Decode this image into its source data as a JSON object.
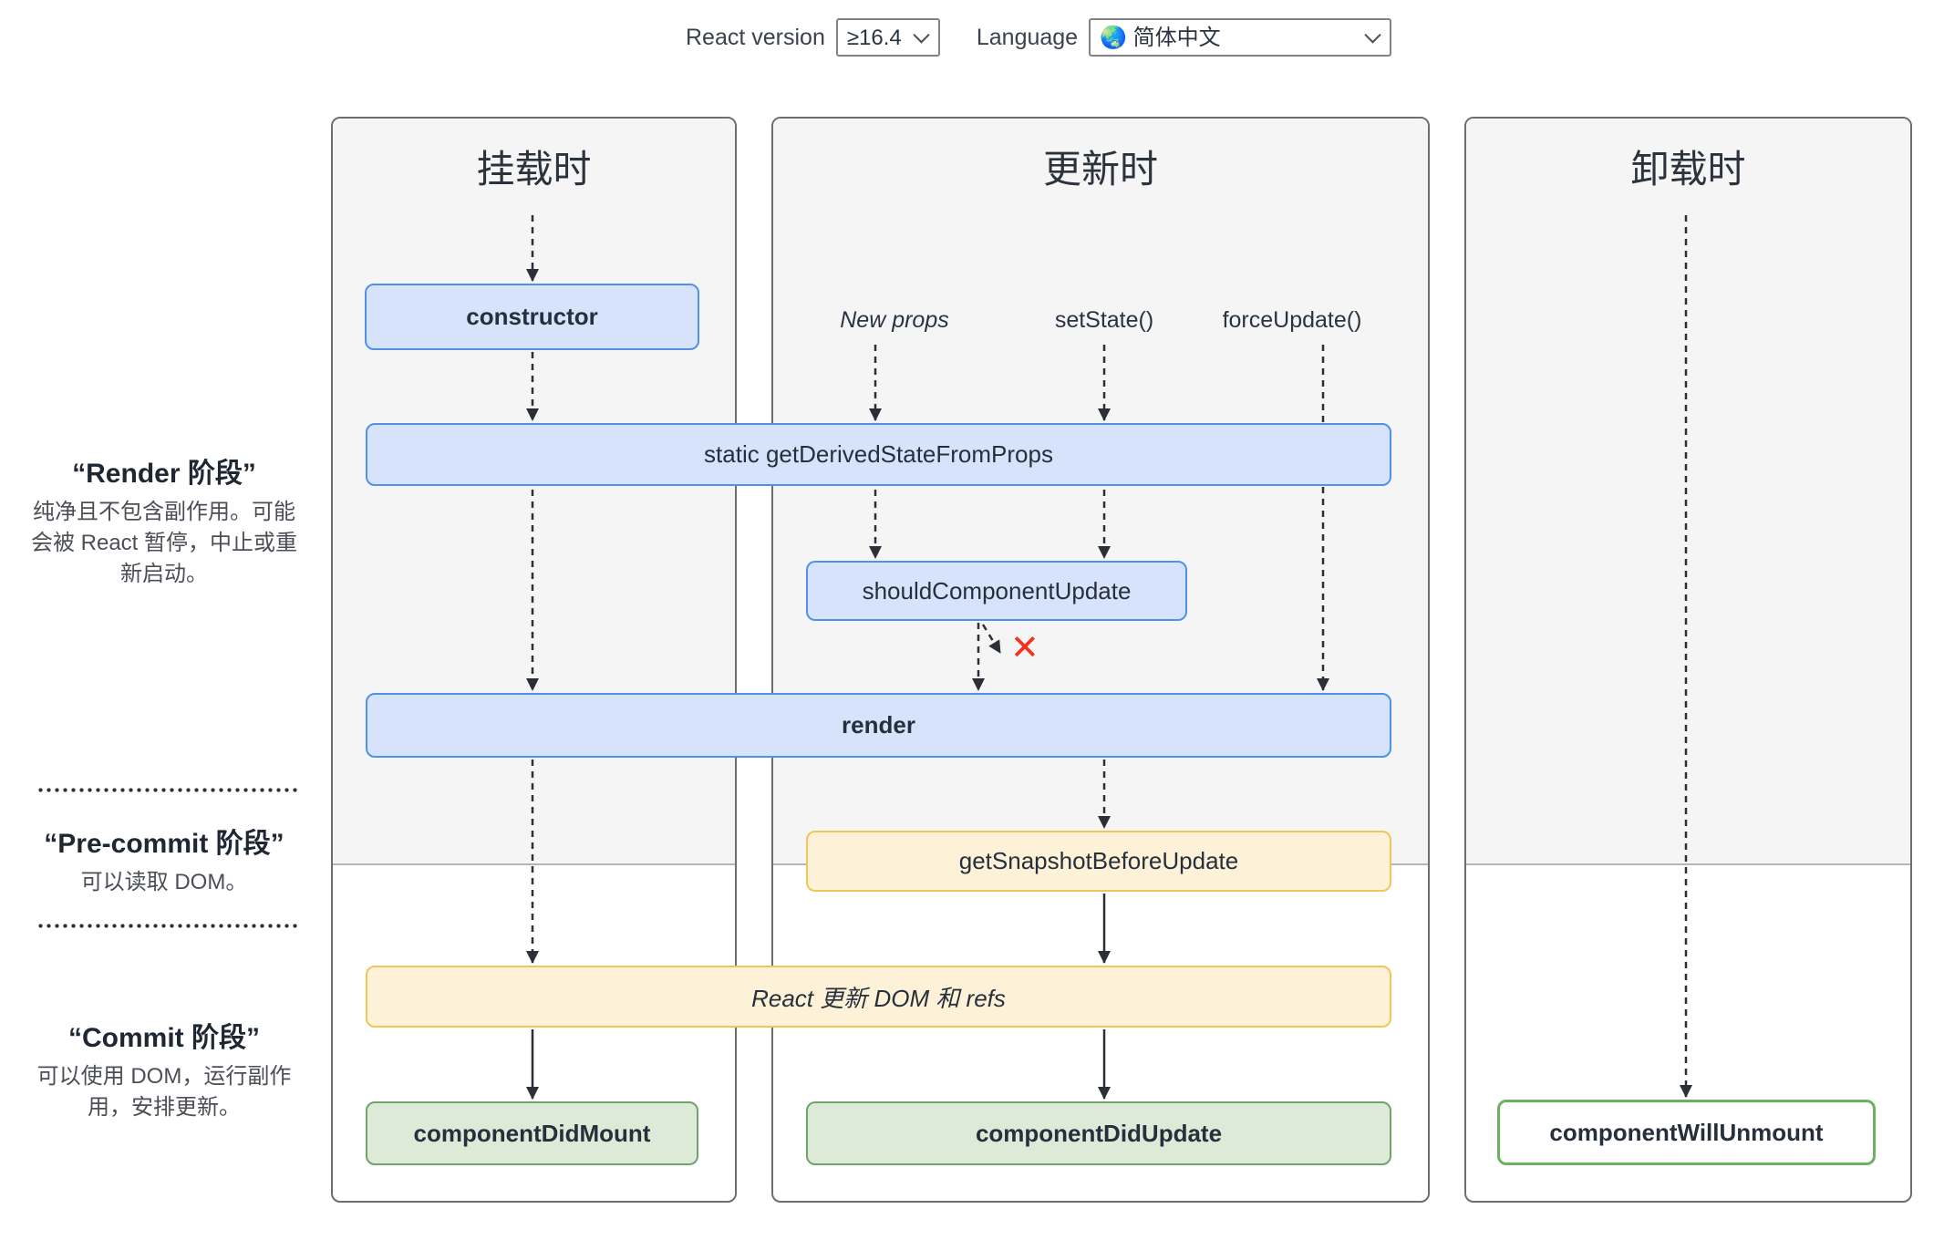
{
  "controls": {
    "react_version_label": "React version",
    "react_version_value": "≥16.4",
    "language_label": "Language",
    "language_value": "🌏 简体中文"
  },
  "columns": {
    "mounting": {
      "title": "挂载时"
    },
    "updating": {
      "title": "更新时",
      "triggers": [
        "New props",
        "setState()",
        "forceUpdate()"
      ]
    },
    "unmounting": {
      "title": "卸载时"
    }
  },
  "phases": {
    "render": {
      "title": "“Render 阶段”",
      "description": "纯净且不包含副作用。可能会被 React 暂停，中止或重新启动。"
    },
    "pre_commit": {
      "title": "“Pre-commit 阶段”",
      "description": "可以读取 DOM。"
    },
    "commit": {
      "title": "“Commit 阶段”",
      "description": "可以使用 DOM，运行副作用，安排更新。"
    }
  },
  "methods": {
    "constructor_label": "constructor",
    "get_derived_state_from_props": "static getDerivedStateFromProps",
    "should_component_update": "shouldComponentUpdate",
    "render_label": "render",
    "get_snapshot_before_update": "getSnapshotBeforeUpdate",
    "react_updates_dom": "React 更新 DOM 和 refs",
    "component_did_mount": "componentDidMount",
    "component_did_update": "componentDidUpdate",
    "component_will_unmount": "componentWillUnmount"
  },
  "icons": {
    "cancel_update_x": "✕",
    "language_globe": "🌏",
    "select_chevron": "chevron-down"
  },
  "colors": {
    "box_blue_bg": "#d6e3fb",
    "box_blue_border": "#4f92e8",
    "box_yellow_bg": "#fdf1d7",
    "box_yellow_border": "#f0c55a",
    "box_green_bg": "#dcead7",
    "box_green_border": "#6fa569",
    "box_outline_green_border": "#6cb15f",
    "cancel_x_red": "#f5311d",
    "panel_render_phase_bg": "#f5f5f6",
    "arrow": "#2b2f36"
  }
}
